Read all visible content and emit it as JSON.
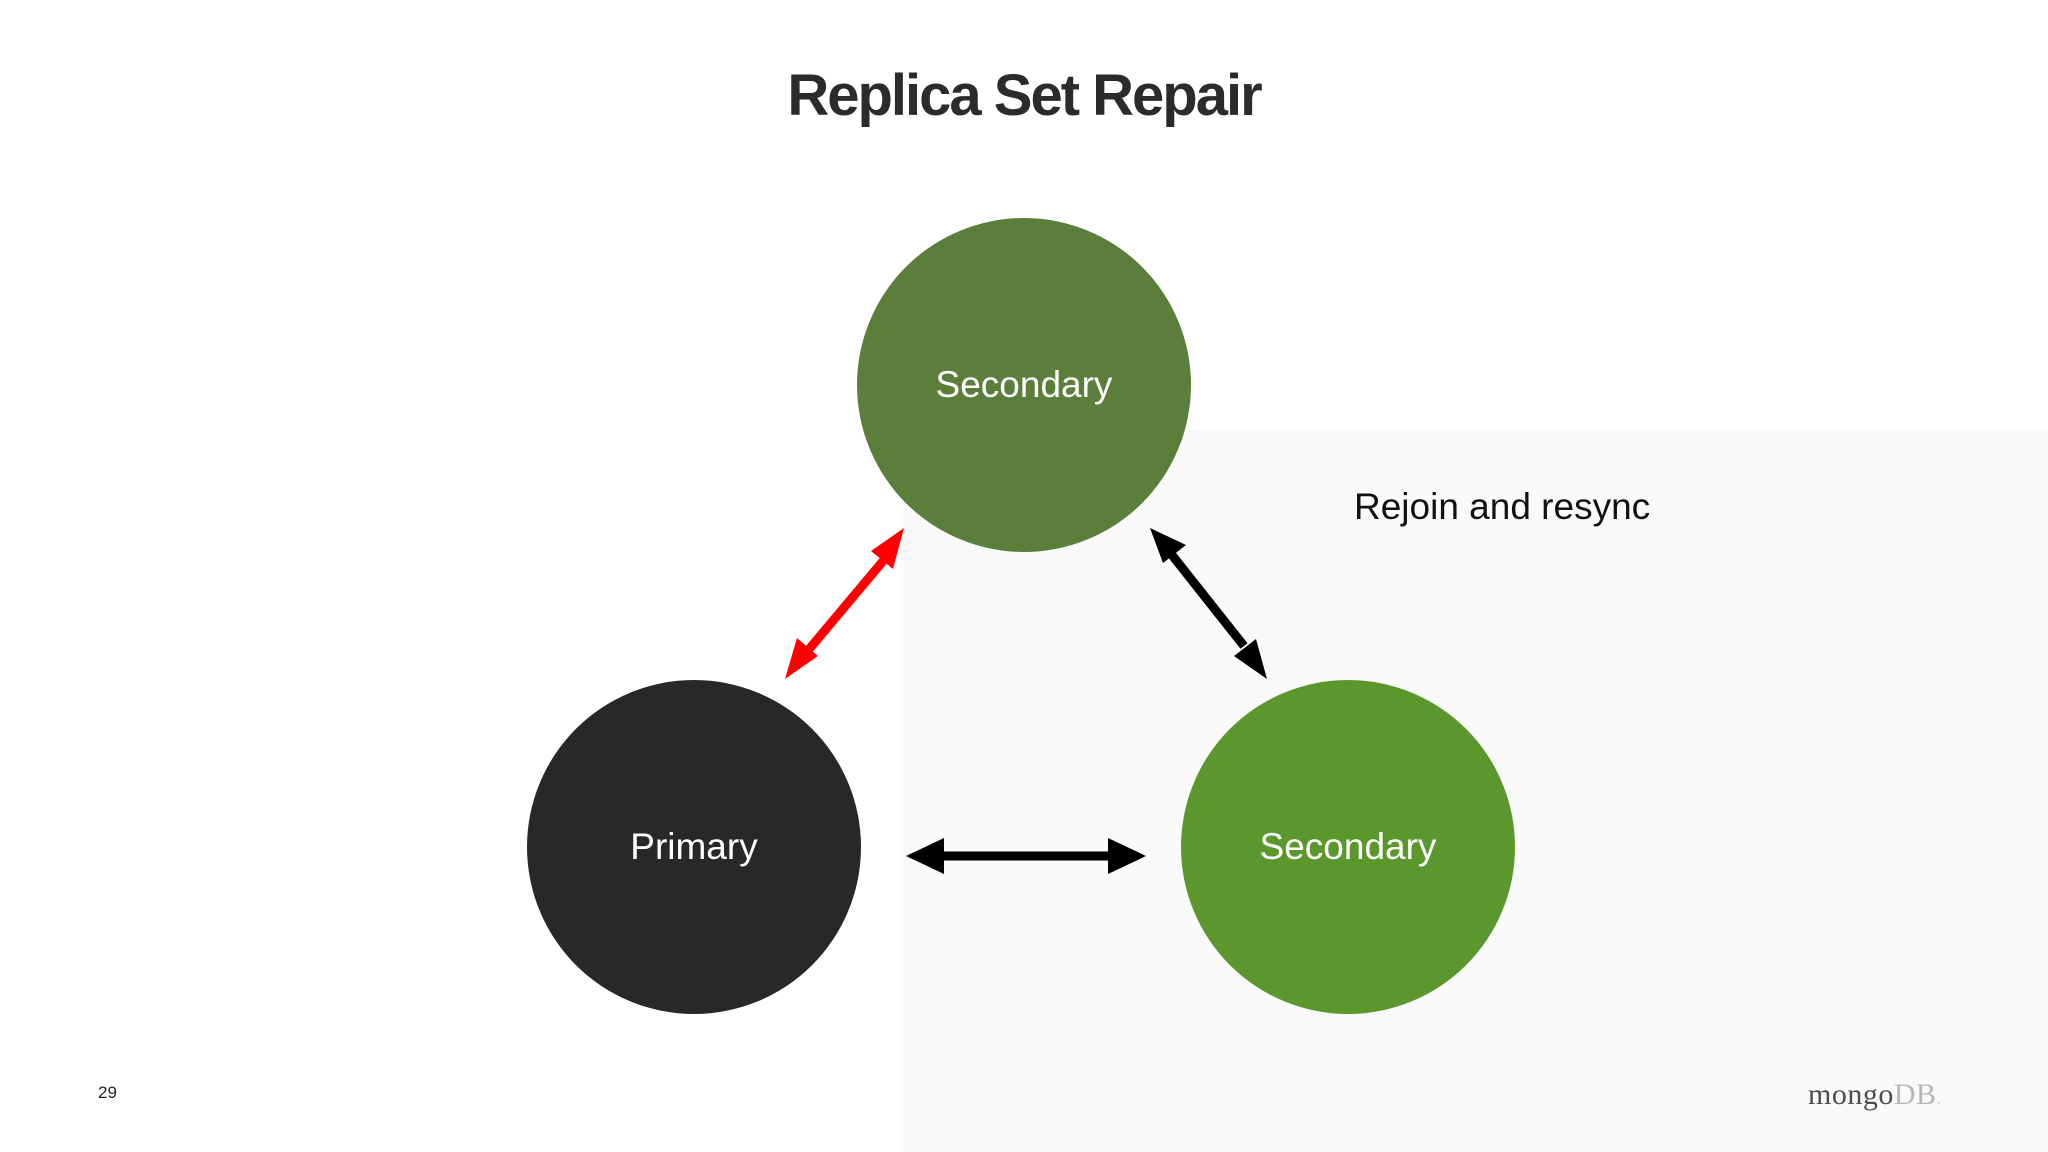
{
  "title": "Replica Set Repair",
  "nodes": {
    "top": {
      "label": "Secondary",
      "color": "#5c7e3b"
    },
    "left": {
      "label": "Primary",
      "color": "#282828"
    },
    "right": {
      "label": "Secondary",
      "color": "#5c972e"
    }
  },
  "connections": [
    {
      "from": "left",
      "to": "top",
      "style": "double-arrow",
      "color": "#ff0000"
    },
    {
      "from": "top",
      "to": "right",
      "style": "double-arrow",
      "color": "#000000"
    },
    {
      "from": "left",
      "to": "right",
      "style": "double-arrow",
      "color": "#000000"
    }
  ],
  "note": "Rejoin and resync",
  "footer": {
    "page_number": "29",
    "logo_main": "mongo",
    "logo_suffix": "DB",
    "logo_dot": "."
  }
}
